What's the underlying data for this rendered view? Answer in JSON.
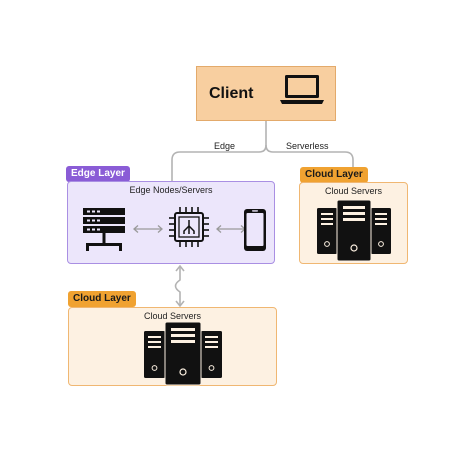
{
  "client": {
    "label": "Client",
    "icon": "laptop-icon"
  },
  "connectors": {
    "left_label": "Edge",
    "right_label": "Serverless"
  },
  "edge_layer": {
    "tag": "Edge Layer",
    "title": "Edge Nodes/Servers",
    "icons": [
      "server-rack-icon",
      "cpu-chip-icon",
      "smartphone-icon"
    ]
  },
  "cloud_layer_right": {
    "tag": "Cloud Layer",
    "title": "Cloud Servers",
    "icon": "server-towers-icon"
  },
  "cloud_layer_bottom": {
    "tag": "Cloud Layer",
    "title": "Cloud Servers",
    "icon": "server-towers-icon"
  },
  "colors": {
    "client_fill": "#f8cfa0",
    "edge_fill": "#ece6fb",
    "edge_border": "#a98fe3",
    "edge_tag": "#8a5cd6",
    "cloud_fill": "#fdf1e2",
    "cloud_border": "#f0b772",
    "cloud_tag": "#f0a231",
    "connector": "#b3b3b3"
  }
}
